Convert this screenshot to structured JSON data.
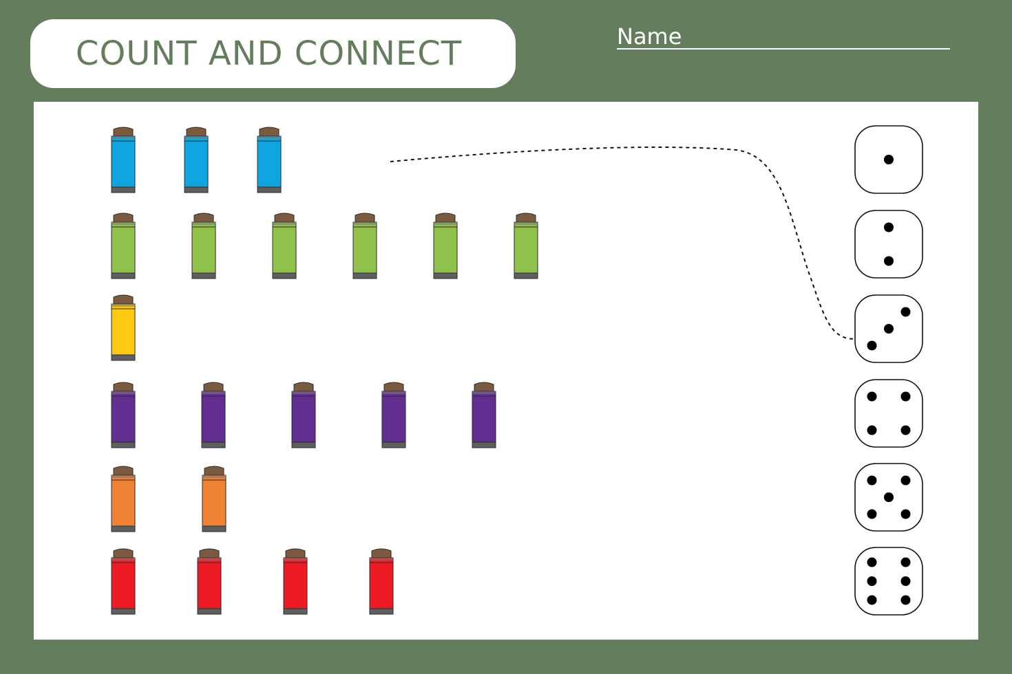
{
  "header": {
    "title": "COUNT AND CONNECT",
    "name_label": "Name"
  },
  "colors": {
    "background": "#647d5c",
    "title_text": "#647d5c",
    "cap": "#7b5a40",
    "base": "#5f5f5f"
  },
  "rows": [
    {
      "color_name": "blue",
      "color": "#0fa5e0",
      "count": 3
    },
    {
      "color_name": "green",
      "color": "#90c14a",
      "count": 6
    },
    {
      "color_name": "yellow",
      "color": "#ffc812",
      "count": 1
    },
    {
      "color_name": "purple",
      "color": "#622e92",
      "count": 5
    },
    {
      "color_name": "orange",
      "color": "#ef8234",
      "count": 2
    },
    {
      "color_name": "red",
      "color": "#ed1c24",
      "count": 4
    }
  ],
  "dice": [
    1,
    2,
    3,
    4,
    5,
    6
  ],
  "example_connection": {
    "row": 1,
    "die_value": 3
  }
}
